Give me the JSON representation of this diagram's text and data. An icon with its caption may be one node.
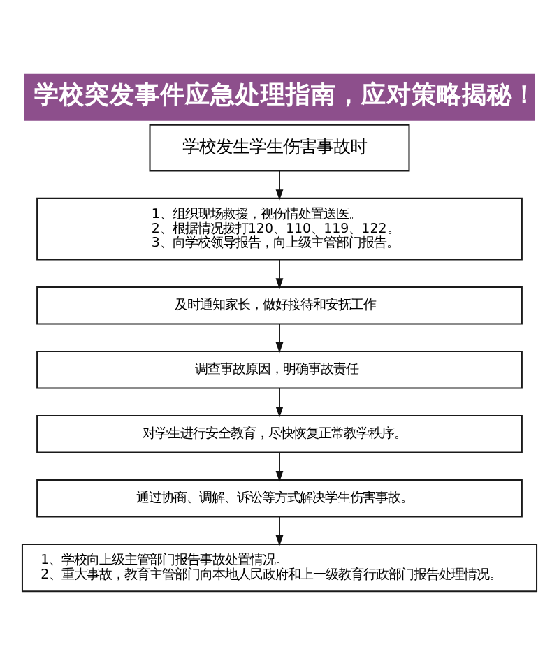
{
  "diagram": {
    "title": "学校突发事件应急处理指南，应对策略揭秘！",
    "nodes": [
      {
        "text": [
          "学校发生学生伤害事故时"
        ]
      },
      {
        "text": [
          "1、组织现场救援，视伤情处置送医。",
          "2、根据情况拨打120、110、119、122。",
          "3、向学校领导报告，向上级主管部门报告。"
        ]
      },
      {
        "text": [
          "及时通知家长，做好接待和安抚工作"
        ]
      },
      {
        "text": [
          "调查事故原因，明确事故责任"
        ]
      },
      {
        "text": [
          "对学生进行安全教育，尽快恢复正常教学秩序。"
        ]
      },
      {
        "text": [
          "通过协商、调解、诉讼等方式解决学生伤害事故。"
        ]
      },
      {
        "text": [
          "1、学校向上级主管部门报告事故处置情况。",
          "2、重大事故，教育主管部门向本地人民政府和上一级教育行政部门报告处理情况。"
        ]
      }
    ],
    "edges": [
      {
        "from": 0,
        "to": 1,
        "arrow": "to"
      },
      {
        "from": 1,
        "to": 2,
        "arrow": "to"
      },
      {
        "from": 2,
        "to": 3,
        "arrow": "to"
      },
      {
        "from": 3,
        "to": 4,
        "arrow": "to"
      },
      {
        "from": 4,
        "to": 5,
        "arrow": "to"
      },
      {
        "from": 5,
        "to": 6,
        "arrow": "to"
      }
    ]
  }
}
